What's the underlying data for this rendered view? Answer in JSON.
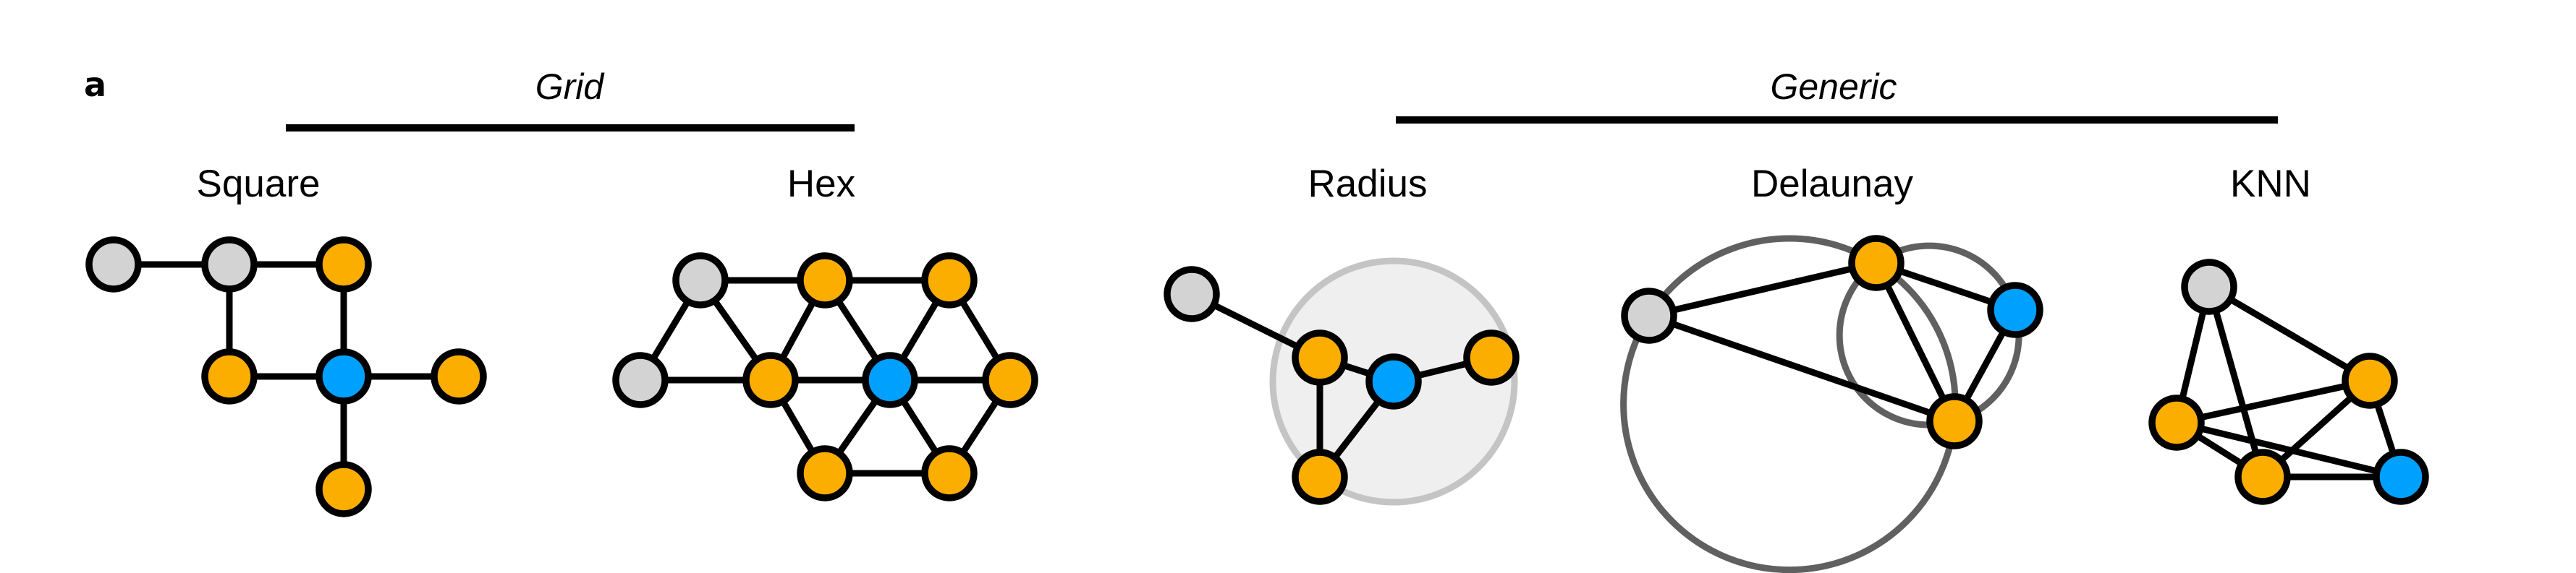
{
  "panel_label": "a",
  "colors": {
    "center": "#00a0ff",
    "neighbor": "#fbae00",
    "other": "#d3d3d3",
    "edge": "#000000",
    "radius_fill": "#efefef",
    "radius_stroke": "#c4c4c4",
    "circumcircle_stroke": "#606060"
  },
  "groups": [
    {
      "id": "grid",
      "title": "Grid",
      "graphs": [
        "square",
        "hex"
      ]
    },
    {
      "id": "generic",
      "title": "Generic",
      "graphs": [
        "radius",
        "delaunay",
        "knn"
      ]
    }
  ],
  "graphs": {
    "square": {
      "title": "Square",
      "nodes": [
        {
          "id": "s1",
          "role": "other"
        },
        {
          "id": "s2",
          "role": "other"
        },
        {
          "id": "s3",
          "role": "neighbor"
        },
        {
          "id": "s4",
          "role": "neighbor"
        },
        {
          "id": "s5",
          "role": "center"
        },
        {
          "id": "s6",
          "role": "neighbor"
        },
        {
          "id": "s7",
          "role": "neighbor"
        }
      ],
      "edges": [
        [
          "s1",
          "s2"
        ],
        [
          "s2",
          "s3"
        ],
        [
          "s2",
          "s4"
        ],
        [
          "s3",
          "s5"
        ],
        [
          "s4",
          "s5"
        ],
        [
          "s5",
          "s6"
        ],
        [
          "s5",
          "s7"
        ]
      ],
      "overlays": []
    },
    "hex": {
      "title": "Hex",
      "nodes": [
        {
          "id": "h1",
          "role": "other"
        },
        {
          "id": "h2",
          "role": "neighbor"
        },
        {
          "id": "h3",
          "role": "neighbor"
        },
        {
          "id": "h4",
          "role": "other"
        },
        {
          "id": "h5",
          "role": "neighbor"
        },
        {
          "id": "h6",
          "role": "center"
        },
        {
          "id": "h7",
          "role": "neighbor"
        },
        {
          "id": "h8",
          "role": "neighbor"
        },
        {
          "id": "h9",
          "role": "neighbor"
        }
      ],
      "edges": [
        [
          "h1",
          "h2"
        ],
        [
          "h2",
          "h3"
        ],
        [
          "h1",
          "h4"
        ],
        [
          "h1",
          "h5"
        ],
        [
          "h4",
          "h5"
        ],
        [
          "h2",
          "h5"
        ],
        [
          "h2",
          "h6"
        ],
        [
          "h3",
          "h6"
        ],
        [
          "h3",
          "h7"
        ],
        [
          "h5",
          "h6"
        ],
        [
          "h6",
          "h7"
        ],
        [
          "h5",
          "h8"
        ],
        [
          "h6",
          "h8"
        ],
        [
          "h6",
          "h9"
        ],
        [
          "h7",
          "h9"
        ],
        [
          "h8",
          "h9"
        ]
      ],
      "overlays": []
    },
    "radius": {
      "title": "Radius",
      "nodes": [
        {
          "id": "r1",
          "role": "other"
        },
        {
          "id": "r2",
          "role": "neighbor"
        },
        {
          "id": "r3",
          "role": "center"
        },
        {
          "id": "r4",
          "role": "neighbor"
        },
        {
          "id": "r5",
          "role": "neighbor"
        }
      ],
      "edges": [
        [
          "r1",
          "r2"
        ],
        [
          "r2",
          "r3"
        ],
        [
          "r3",
          "r4"
        ],
        [
          "r2",
          "r5"
        ],
        [
          "r3",
          "r5"
        ]
      ],
      "overlays": [
        {
          "type": "radius-circle",
          "around": "r3"
        }
      ]
    },
    "delaunay": {
      "title": "Delaunay",
      "nodes": [
        {
          "id": "d1",
          "role": "other"
        },
        {
          "id": "d2",
          "role": "neighbor"
        },
        {
          "id": "d3",
          "role": "center"
        },
        {
          "id": "d4",
          "role": "neighbor"
        }
      ],
      "edges": [
        [
          "d1",
          "d2"
        ],
        [
          "d1",
          "d4"
        ],
        [
          "d2",
          "d3"
        ],
        [
          "d2",
          "d4"
        ],
        [
          "d3",
          "d4"
        ]
      ],
      "overlays": [
        {
          "type": "circumcircle",
          "through": [
            "d1",
            "d2",
            "d4"
          ]
        },
        {
          "type": "circumcircle",
          "through": [
            "d2",
            "d3",
            "d4"
          ]
        }
      ]
    },
    "knn": {
      "title": "KNN",
      "nodes": [
        {
          "id": "k1",
          "role": "other"
        },
        {
          "id": "k2",
          "role": "neighbor"
        },
        {
          "id": "k3",
          "role": "neighbor"
        },
        {
          "id": "k4",
          "role": "neighbor"
        },
        {
          "id": "k5",
          "role": "center"
        }
      ],
      "edges": [
        [
          "k1",
          "k3"
        ],
        [
          "k1",
          "k4"
        ],
        [
          "k1",
          "k2"
        ],
        [
          "k3",
          "k2"
        ],
        [
          "k3",
          "k4"
        ],
        [
          "k3",
          "k5"
        ],
        [
          "k4",
          "k2"
        ],
        [
          "k4",
          "k5"
        ],
        [
          "k2",
          "k5"
        ]
      ],
      "overlays": []
    }
  }
}
